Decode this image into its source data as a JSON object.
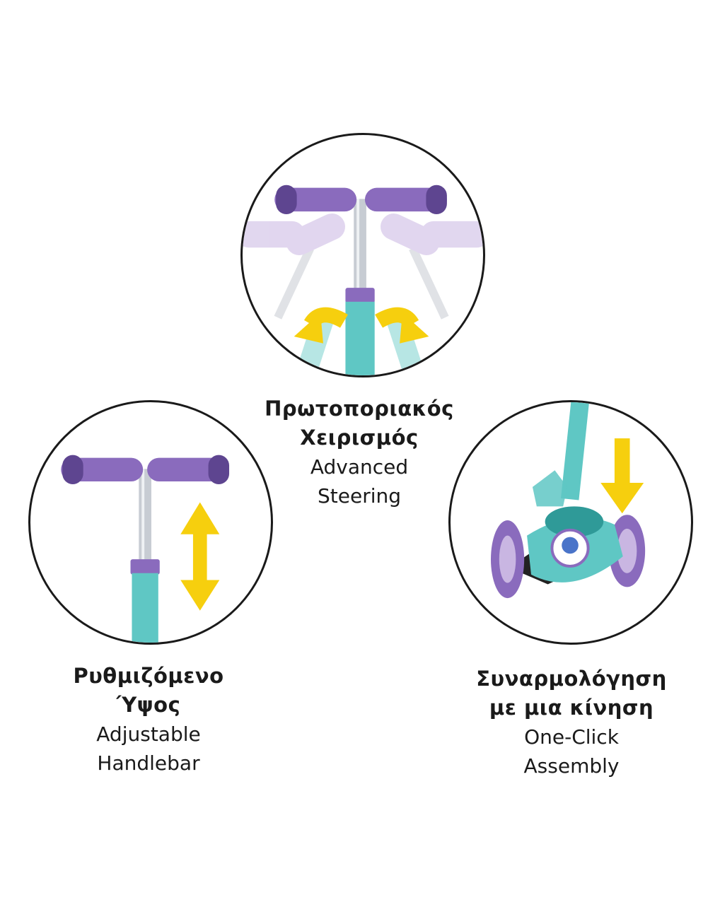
{
  "colors": {
    "purple_grip": "#8a6bbd",
    "purple_grip_dark": "#5e4590",
    "lilac_faded": "#c9b6e2",
    "teal": "#5fc7c4",
    "teal_dark": "#2f9a98",
    "yellow_arrow": "#f6cf0e",
    "chrome": "#c7ccd3",
    "outline": "#1a1a1a"
  },
  "features": [
    {
      "id": "steering",
      "title_gr": [
        "Πρωτοποριακός",
        "Χειρισμός"
      ],
      "title_en": [
        "Advanced",
        "Steering"
      ],
      "icon": "curved-arrows-icon"
    },
    {
      "id": "height",
      "title_gr": [
        "Ρυθμιζόμενο",
        "Ύψος"
      ],
      "title_en": [
        "Adjustable",
        "Handlebar"
      ],
      "icon": "double-arrow-vertical-icon"
    },
    {
      "id": "assembly",
      "title_gr": [
        "Συναρμολόγηση",
        "με μια κίνηση"
      ],
      "title_en": [
        "One-Click",
        "Assembly"
      ],
      "icon": "down-arrow-icon"
    }
  ]
}
